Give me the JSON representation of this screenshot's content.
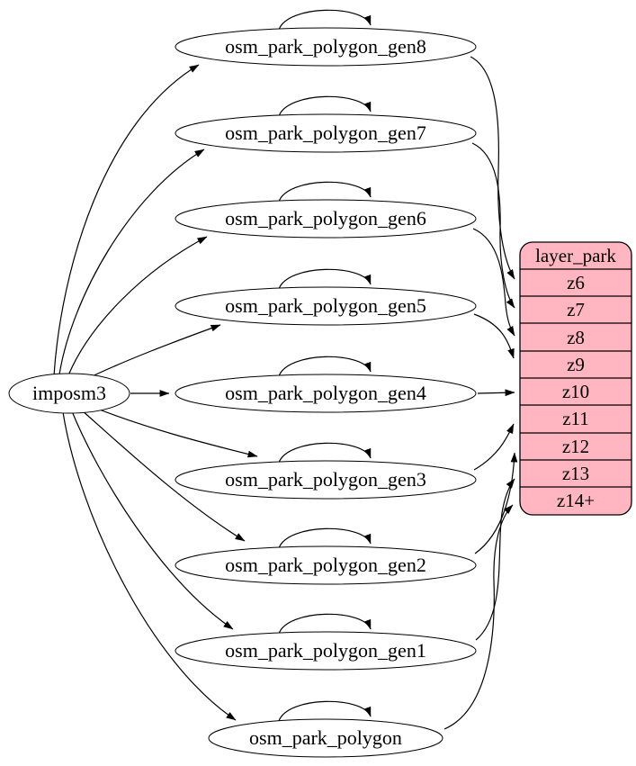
{
  "diagram": {
    "type": "etl-graph",
    "source": {
      "label": "imposm3"
    },
    "tables": [
      {
        "label": "osm_park_polygon_gen8",
        "zoom_target": "z6"
      },
      {
        "label": "osm_park_polygon_gen7",
        "zoom_target": "z7"
      },
      {
        "label": "osm_park_polygon_gen6",
        "zoom_target": "z8"
      },
      {
        "label": "osm_park_polygon_gen5",
        "zoom_target": "z9"
      },
      {
        "label": "osm_park_polygon_gen4",
        "zoom_target": "z10"
      },
      {
        "label": "osm_park_polygon_gen3",
        "zoom_target": "z11"
      },
      {
        "label": "osm_park_polygon_gen2",
        "zoom_target": "z12"
      },
      {
        "label": "osm_park_polygon_gen1",
        "zoom_target": "z13"
      },
      {
        "label": "osm_park_polygon",
        "zoom_target": "z14+"
      }
    ],
    "layer": {
      "title": "layer_park",
      "rows": [
        "z6",
        "z7",
        "z8",
        "z9",
        "z10",
        "z11",
        "z12",
        "z13",
        "z14+"
      ]
    },
    "colors": {
      "layer_fill": "#ffb6c1",
      "table_fill": "#ffffff",
      "edge": "#000000"
    }
  }
}
